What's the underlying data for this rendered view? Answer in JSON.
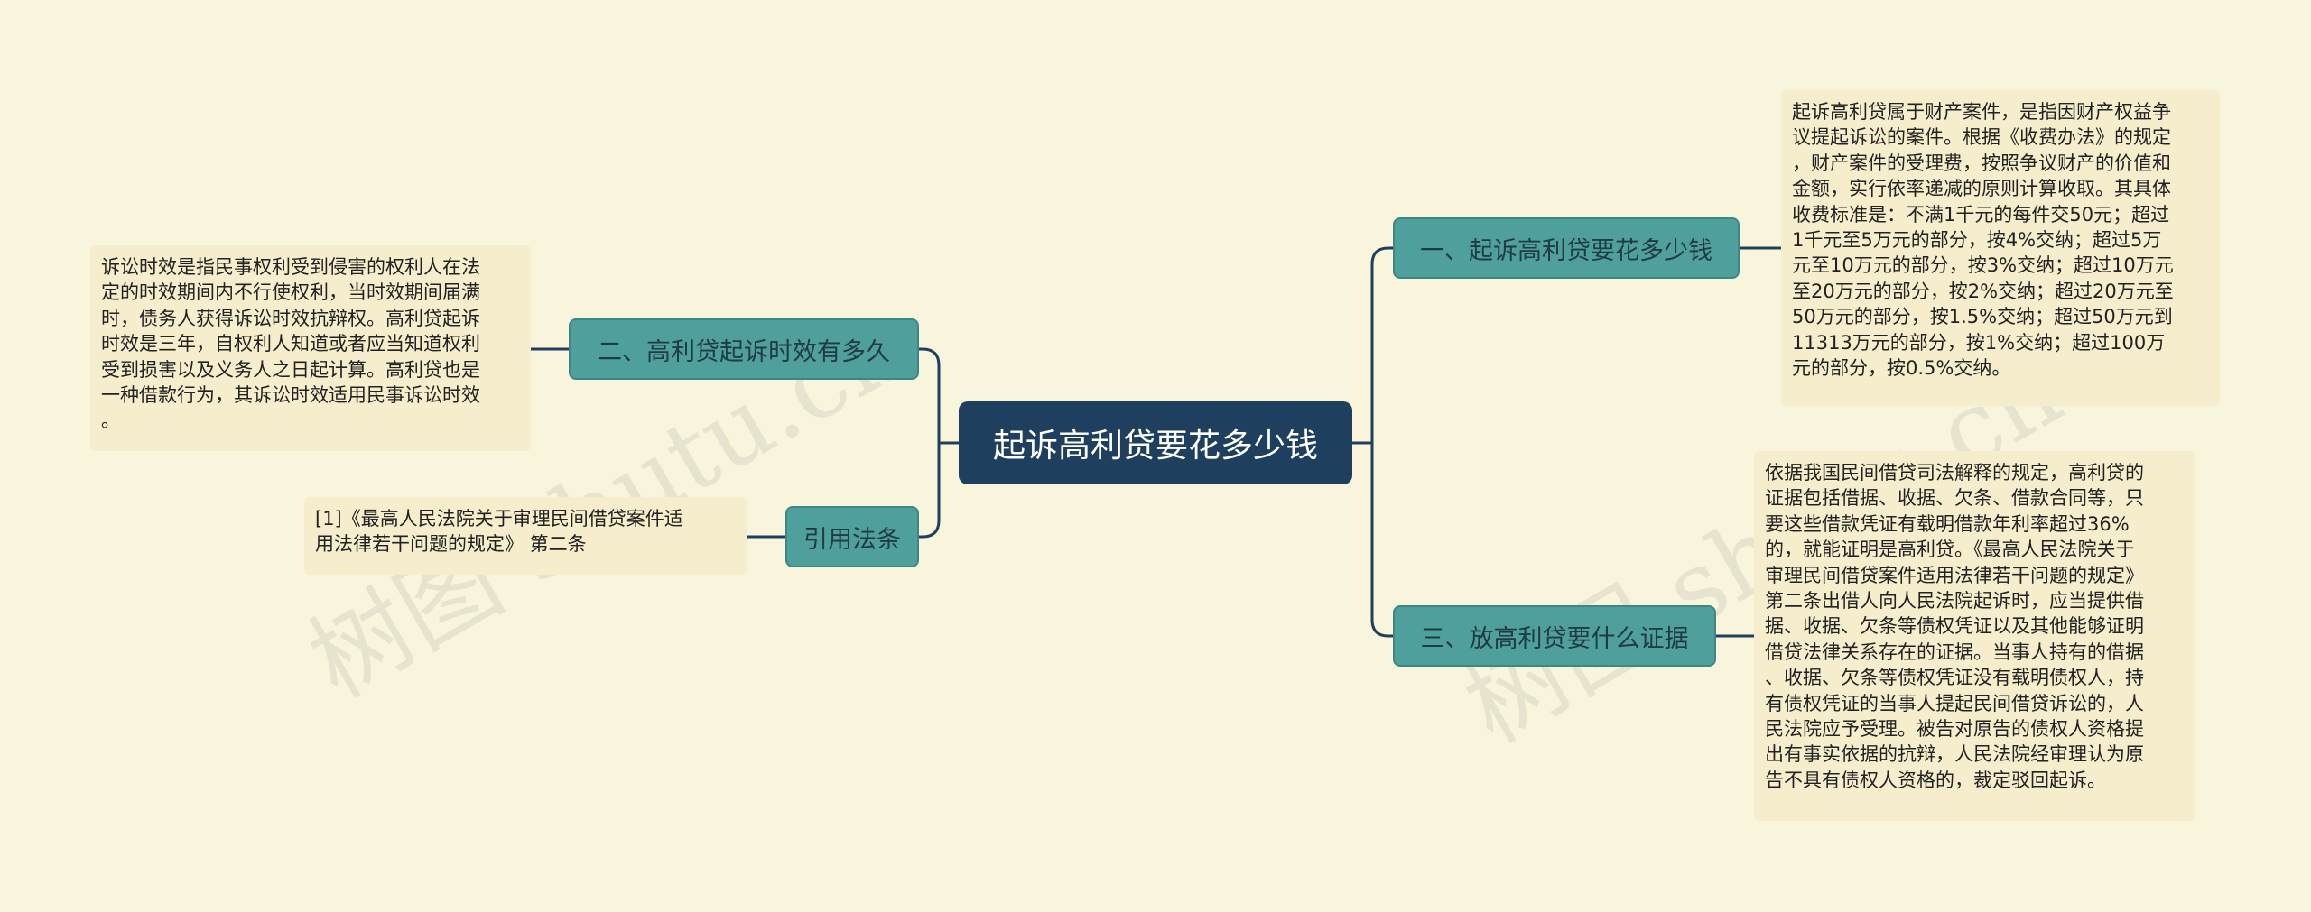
{
  "root": {
    "label": "起诉高利贷要花多少钱"
  },
  "topics": [
    {
      "label": "一、起诉高利贷要花多少钱"
    },
    {
      "label": "二、高利贷起诉时效有多久"
    },
    {
      "label": "三、放高利贷要什么证据"
    },
    {
      "label": "引用法条"
    }
  ],
  "notes": [
    {
      "text": "起诉高利贷属于财产案件，是指因财产权益争\n议提起诉讼的案件。根据《收费办法》的规定\n，财产案件的受理费，按照争议财产的价值和\n金额，实行依率递减的原则计算收取。其具体\n收费标准是：不满1千元的每件交50元；超过\n1千元至5万元的部分，按4%交纳；超过5万\n元至10万元的部分，按3%交纳；超过10万元\n至20万元的部分，按2%交纳；超过20万元至\n50万元的部分，按1.5%交纳；超过50万元到\n11313万元的部分，按1%交纳；超过100万\n元的部分，按0.5%交纳。"
    },
    {
      "text": "诉讼时效是指民事权利受到侵害的权利人在法\n定的时效期间内不行使权利，当时效期间届满\n时，债务人获得诉讼时效抗辩权。高利贷起诉\n时效是三年，自权利人知道或者应当知道权利\n受到损害以及义务人之日起计算。高利贷也是\n一种借款行为，其诉讼时效适用民事诉讼时效\n。"
    },
    {
      "text": "依据我国民间借贷司法解释的规定，高利贷的\n证据包括借据、收据、欠条、借款合同等，只\n要这些借款凭证有载明借款年利率超过36%\n的，就能证明是高利贷。《最高人民法院关于\n审理民间借贷案件适用法律若干问题的规定》\n第二条出借人向人民法院起诉时，应当提供借\n据、收据、欠条等债权凭证以及其他能够证明\n借贷法律关系存在的证据。当事人持有的借据\n、收据、欠条等债权凭证没有载明债权人，持\n有债权凭证的当事人提起民间借贷诉讼的，人\n民法院应予受理。被告对原告的债权人资格提\n出有事实依据的抗辩，人民法院经审理认为原\n告不具有债权人资格的，裁定驳回起诉。"
    },
    {
      "text": "[1]《最高人民法院关于审理民间借贷案件适\n用法律若干问题的规定》 第二条"
    }
  ],
  "watermark": "树图 shutu.cn",
  "colors": {
    "root": "#1e3f5e",
    "topic": "#4f9f9c",
    "note": "#f5edcb",
    "line": "#1e3f5e",
    "background": "#f9f5dc"
  }
}
